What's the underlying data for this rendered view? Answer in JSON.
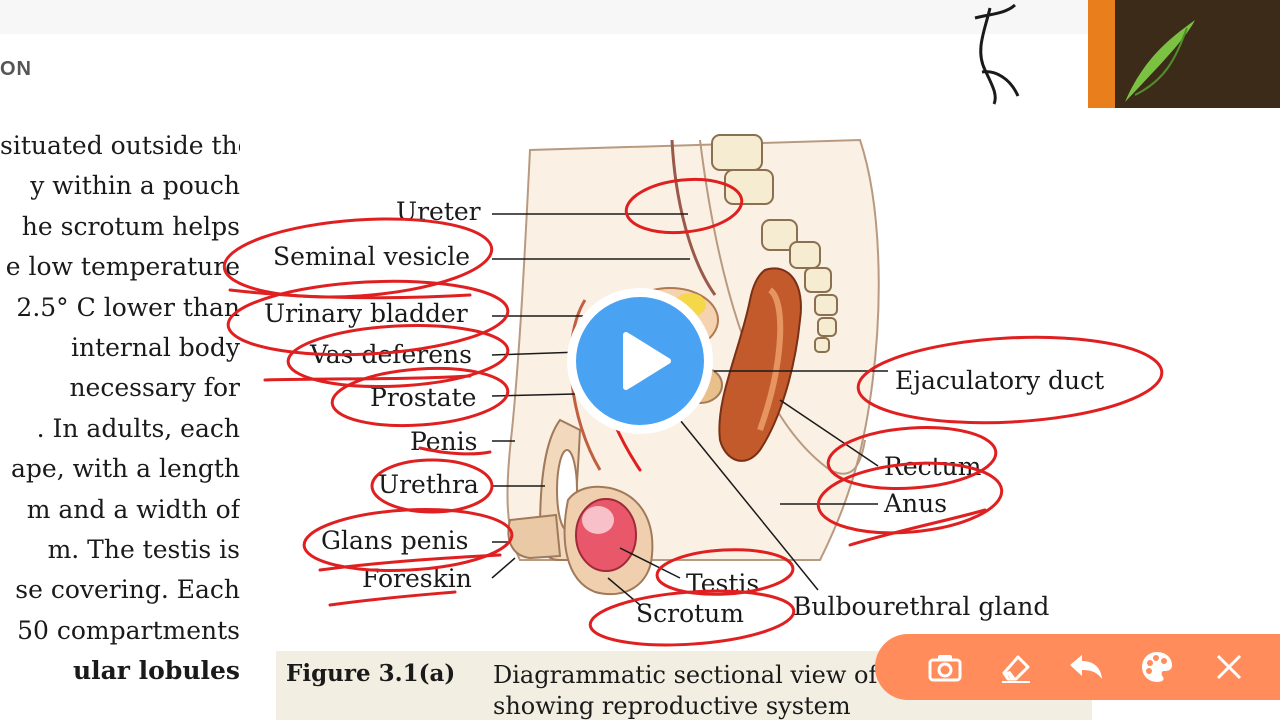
{
  "header": {
    "section": "ON"
  },
  "body_text": {
    "lines": [
      "situated outside the",
      "y within a pouch",
      "he scrotum helps",
      "e low temperature",
      "2.5° C lower than",
      "internal body",
      "necessary for",
      ". In adults, each",
      "ape, with a length",
      "m and a width of",
      "m. The testis is",
      "se covering. Each",
      "50 compartments",
      "ular lobules"
    ]
  },
  "figure": {
    "labels": {
      "ureter": "Ureter",
      "seminal_vesicle": "Seminal vesicle",
      "urinary_bladder": "Urinary bladder",
      "vas_deferens": "Vas deferens",
      "prostate": "Prostate",
      "penis": "Penis",
      "urethra": "Urethra",
      "glans_penis": "Glans penis",
      "foreskin": "Foreskin",
      "ejaculatory_duct": "Ejaculatory duct",
      "rectum": "Rectum",
      "anus": "Anus",
      "testis": "Testis",
      "scrotum": "Scrotum",
      "bulbourethral_gland": "Bulbourethral gland"
    },
    "caption": {
      "number": "Figure 3.1(a)",
      "text_line1": "Diagrammatic sectional view of male pelvis",
      "text_line2": "showing reproductive system"
    }
  },
  "player": {
    "play_icon": "play-icon"
  },
  "annotation_toolbar": {
    "tools": [
      "camera-icon",
      "eraser-icon",
      "undo-icon",
      "palette-icon",
      "close-icon"
    ],
    "color": "#ff8c5a"
  },
  "colors": {
    "annotation_ink": "#e02020",
    "play_button": "#4aa3f2",
    "caption_bg": "#f3eee2"
  }
}
